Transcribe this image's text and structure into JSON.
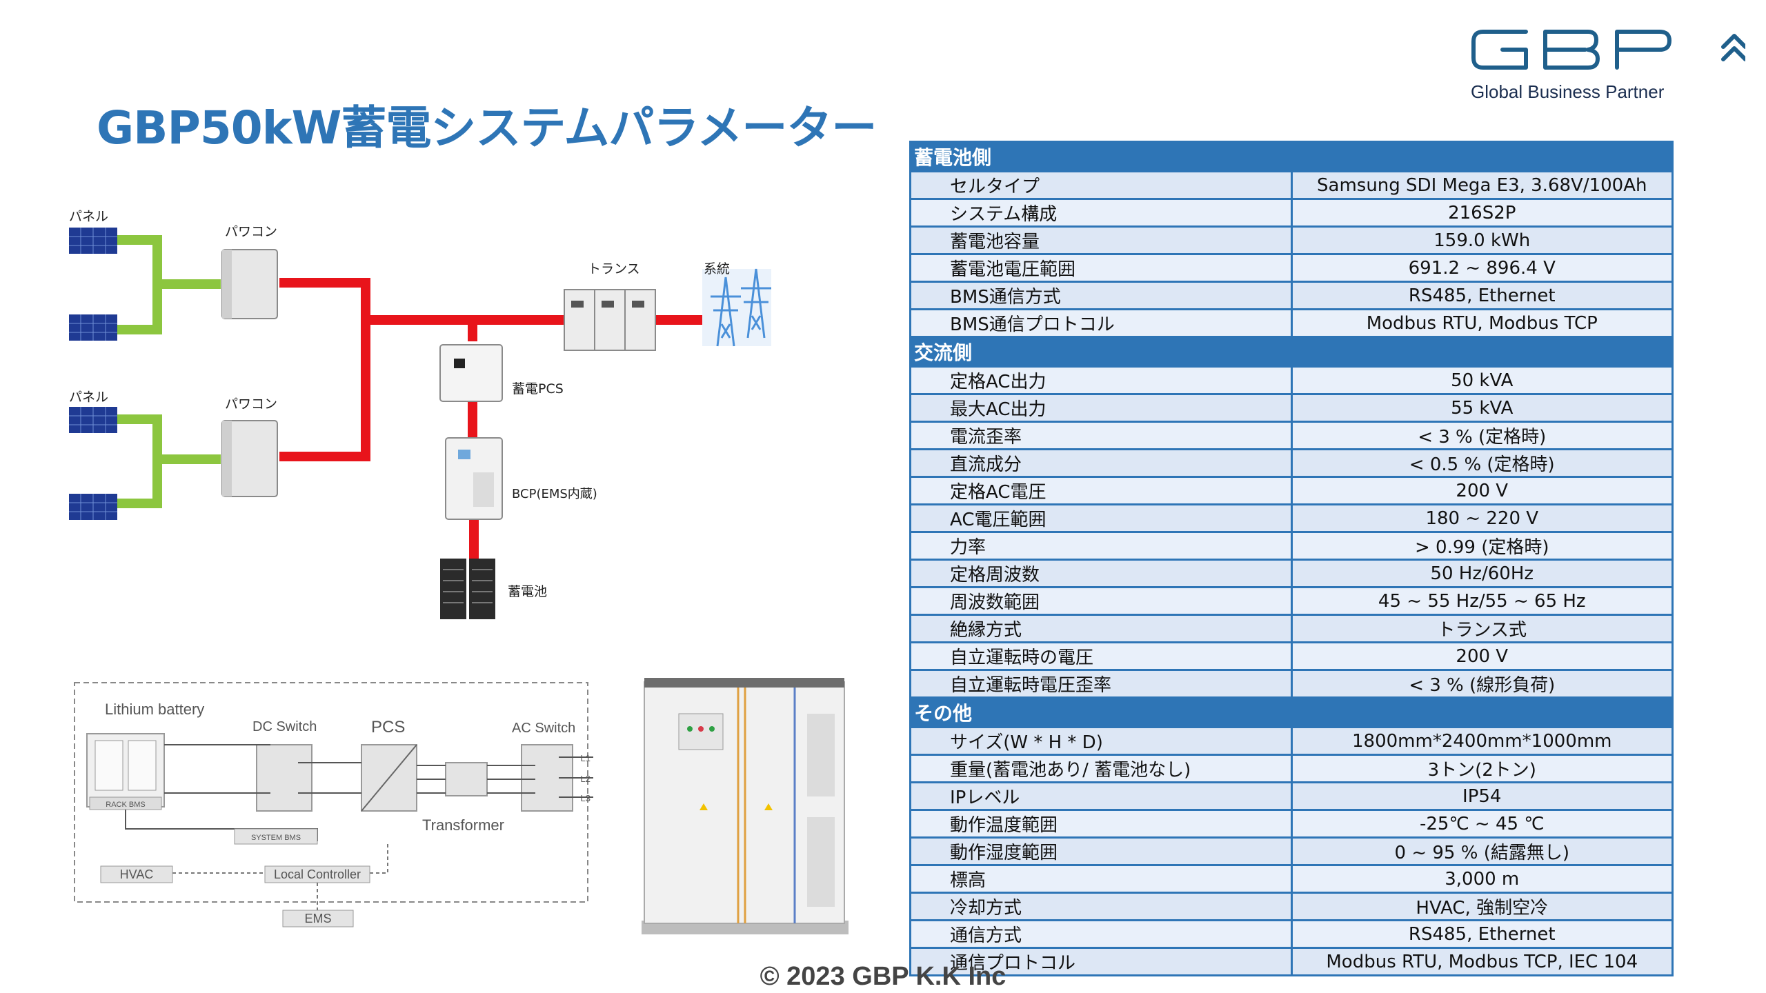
{
  "title": "GBP50kW蓄電システムパラメーター",
  "logo": {
    "mark": "GBP",
    "subtitle": "Global Business Partner",
    "color": "#1f5f8b"
  },
  "diagram": {
    "panel1": "パネル",
    "pcs1": "パワコン",
    "panel2": "パネル",
    "pcs2": "パワコン",
    "transformer": "トランス",
    "grid": "系統",
    "storage_pcs": "蓄電PCS",
    "bcp": "BCP(EMS内蔵)",
    "battery": "蓄電池"
  },
  "schematic": {
    "lithium_battery": "Lithium battery",
    "dc_switch": "DC Switch",
    "pcs": "PCS",
    "ac_switch": "AC Switch",
    "l1": "L1",
    "l2": "L2",
    "l3": "L3",
    "rack_bms": "RACK BMS",
    "system_bms": "SYSTEM BMS",
    "transformer": "Transformer",
    "hvac": "HVAC",
    "local_controller": "Local Controller",
    "ems": "EMS"
  },
  "table": {
    "sections": [
      {
        "title": "蓄電池側",
        "rows": [
          {
            "label": "セルタイプ",
            "value": "Samsung SDI Mega E3, 3.68V/100Ah"
          },
          {
            "label": "システム構成",
            "value": "216S2P"
          },
          {
            "label": "蓄電池容量",
            "value": "159.0 kWh"
          },
          {
            "label": "蓄電池電圧範囲",
            "value": "691.2 ~ 896.4 V"
          },
          {
            "label": "BMS通信方式",
            "value": "RS485, Ethernet"
          },
          {
            "label": "BMS通信プロトコル",
            "value": "Modbus RTU, Modbus TCP"
          }
        ]
      },
      {
        "title": "交流側",
        "rows": [
          {
            "label": "定格AC出力",
            "value": "50 kVA"
          },
          {
            "label": "最大AC出力",
            "value": "55 kVA"
          },
          {
            "label": "電流歪率",
            "value": "< 3 % (定格時)"
          },
          {
            "label": "直流成分",
            "value": "< 0.5 % (定格時)"
          },
          {
            "label": "定格AC電圧",
            "value": "200 V"
          },
          {
            "label": "AC電圧範囲",
            "value": "180 ~ 220 V"
          },
          {
            "label": "力率",
            "value": "> 0.99 (定格時)"
          },
          {
            "label": "定格周波数",
            "value": "50 Hz/60Hz"
          },
          {
            "label": "周波数範囲",
            "value": "45 ~ 55 Hz/55 ~ 65 Hz"
          },
          {
            "label": "絶縁方式",
            "value": "トランス式"
          },
          {
            "label": "自立運転時の電圧",
            "value": "200 V"
          },
          {
            "label": "自立運転時電圧歪率",
            "value": "< 3 % (線形負荷)"
          }
        ]
      },
      {
        "title": "その他",
        "rows": [
          {
            "label": "サイズ(W * H * D)",
            "value": "1800mm*2400mm*1000mm"
          },
          {
            "label": "重量(蓄電池あり/ 蓄電池なし)",
            "value": "3トン(2トン)"
          },
          {
            "label": "IPレベル",
            "value": "IP54"
          },
          {
            "label": "動作温度範囲",
            "value": "-25℃ ~ 45 ℃"
          },
          {
            "label": "動作湿度範囲",
            "value": "0 ~ 95 % (結露無し)"
          },
          {
            "label": "標高",
            "value": "3,000 m"
          },
          {
            "label": "冷却方式",
            "value": "HVAC, 強制空冷"
          },
          {
            "label": "通信方式",
            "value": "RS485, Ethernet"
          },
          {
            "label": "通信プロトコル",
            "value": "Modbus RTU, Modbus TCP, IEC 104"
          }
        ]
      }
    ]
  },
  "colors": {
    "accent": "#2e75b6",
    "power_line": "#e8141b",
    "pv_line": "#8cc63f"
  },
  "copyright": "© 2023 GBP K.K Inc"
}
